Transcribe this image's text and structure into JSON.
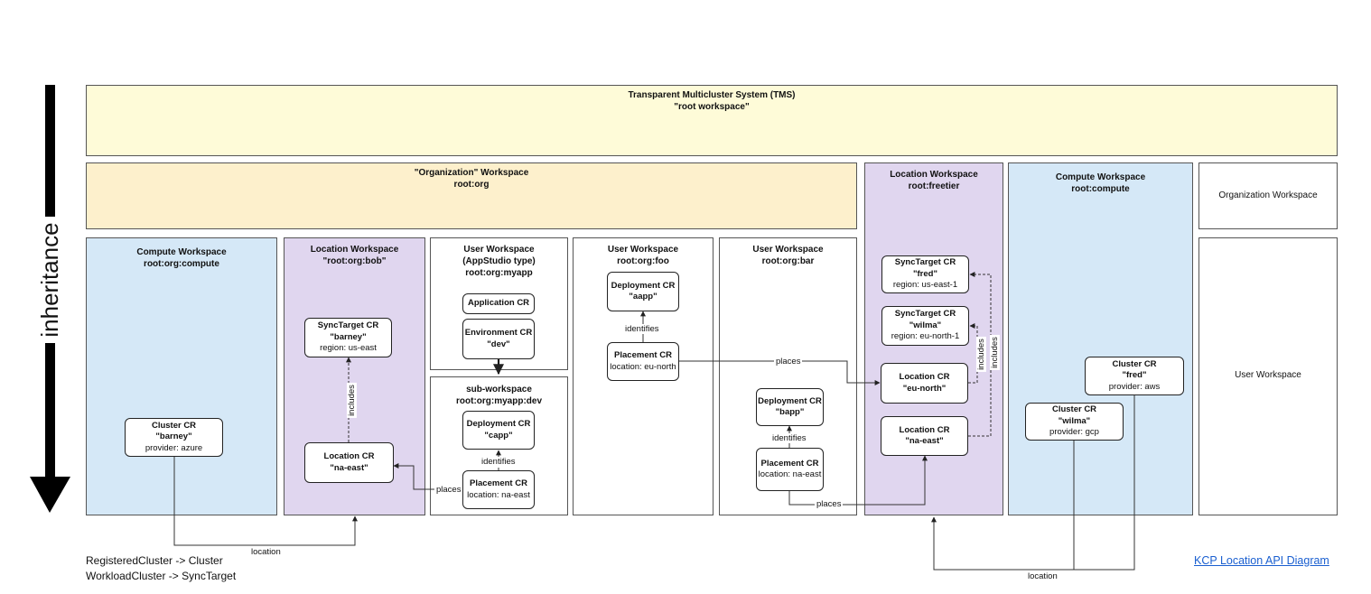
{
  "colors": {
    "tms": "#fefbd8",
    "org": "#fdf0cc",
    "compute": "#d5e8f7",
    "location": "#e0d6ef",
    "user": "#ffffff",
    "link": "#1a5fd0"
  },
  "inheritance_label": "inheritance",
  "tms": {
    "title": "Transparent Multicluster System (TMS)",
    "subtitle": "\"root workspace\""
  },
  "org": {
    "title": "\"Organization\" Workspace",
    "subtitle": "root:org"
  },
  "freetier": {
    "title": "Location Workspace",
    "subtitle": "root:freetier"
  },
  "root_compute": {
    "title": "Compute Workspace",
    "subtitle": "root:compute"
  },
  "key": {
    "org_label": "Organization Workspace",
    "user_label": "User Workspace"
  },
  "org_compute": {
    "title": "Compute Workspace",
    "subtitle": "root:org:compute"
  },
  "org_bob": {
    "title": "Location Workspace",
    "subtitle": "\"root:org:bob\""
  },
  "myapp": {
    "title": "User Workspace",
    "subtitle": "(AppStudio type)",
    "path": "root:org:myapp"
  },
  "myapp_dev": {
    "title": "sub-workspace",
    "subtitle": "root:org:myapp:dev"
  },
  "foo": {
    "title": "User Workspace",
    "subtitle": "root:org:foo"
  },
  "bar": {
    "title": "User Workspace",
    "subtitle": "root:org:bar"
  },
  "nodes": {
    "cluster_barney": {
      "title": "Cluster CR",
      "name": "\"barney\"",
      "detail": "provider: azure"
    },
    "synctarget_barney": {
      "title": "SyncTarget CR",
      "name": "\"barney\"",
      "detail": "region: us-east"
    },
    "location_na_east_bob": {
      "title": "Location CR",
      "name": "\"na-east\""
    },
    "application": {
      "title": "Application CR"
    },
    "environment_dev": {
      "title": "Environment CR",
      "name": "\"dev\""
    },
    "deployment_capp": {
      "title": "Deployment CR",
      "name": "\"capp\""
    },
    "placement_myapp": {
      "title": "Placement CR",
      "detail": "location: na-east"
    },
    "deployment_aapp": {
      "title": "Deployment CR",
      "name": "\"aapp\""
    },
    "placement_foo": {
      "title": "Placement CR",
      "detail": "location: eu-north"
    },
    "deployment_bapp": {
      "title": "Deployment CR",
      "name": "\"bapp\""
    },
    "placement_bar": {
      "title": "Placement CR",
      "detail": "location: na-east"
    },
    "synctarget_fred": {
      "title": "SyncTarget CR",
      "name": "\"fred\"",
      "detail": "region: us-east-1"
    },
    "synctarget_wilma": {
      "title": "SyncTarget CR",
      "name": "\"wilma\"",
      "detail": "region: eu-north-1"
    },
    "location_eu_north": {
      "title": "Location CR",
      "name": "\"eu-north\""
    },
    "location_na_east_ft": {
      "title": "Location CR",
      "name": "\"na-east\""
    },
    "cluster_fred": {
      "title": "Cluster CR",
      "name": "\"fred\"",
      "detail": "provider: aws"
    },
    "cluster_wilma": {
      "title": "Cluster CR",
      "name": "\"wilma\"",
      "detail": "provider: gcp"
    }
  },
  "edges": {
    "includes": "includes",
    "identifies": "identifies",
    "places": "places",
    "location": "location"
  },
  "legend": [
    "RegisteredCluster -> Cluster",
    "WorkloadCluster -> SyncTarget"
  ],
  "link_text": "KCP Location API Diagram"
}
